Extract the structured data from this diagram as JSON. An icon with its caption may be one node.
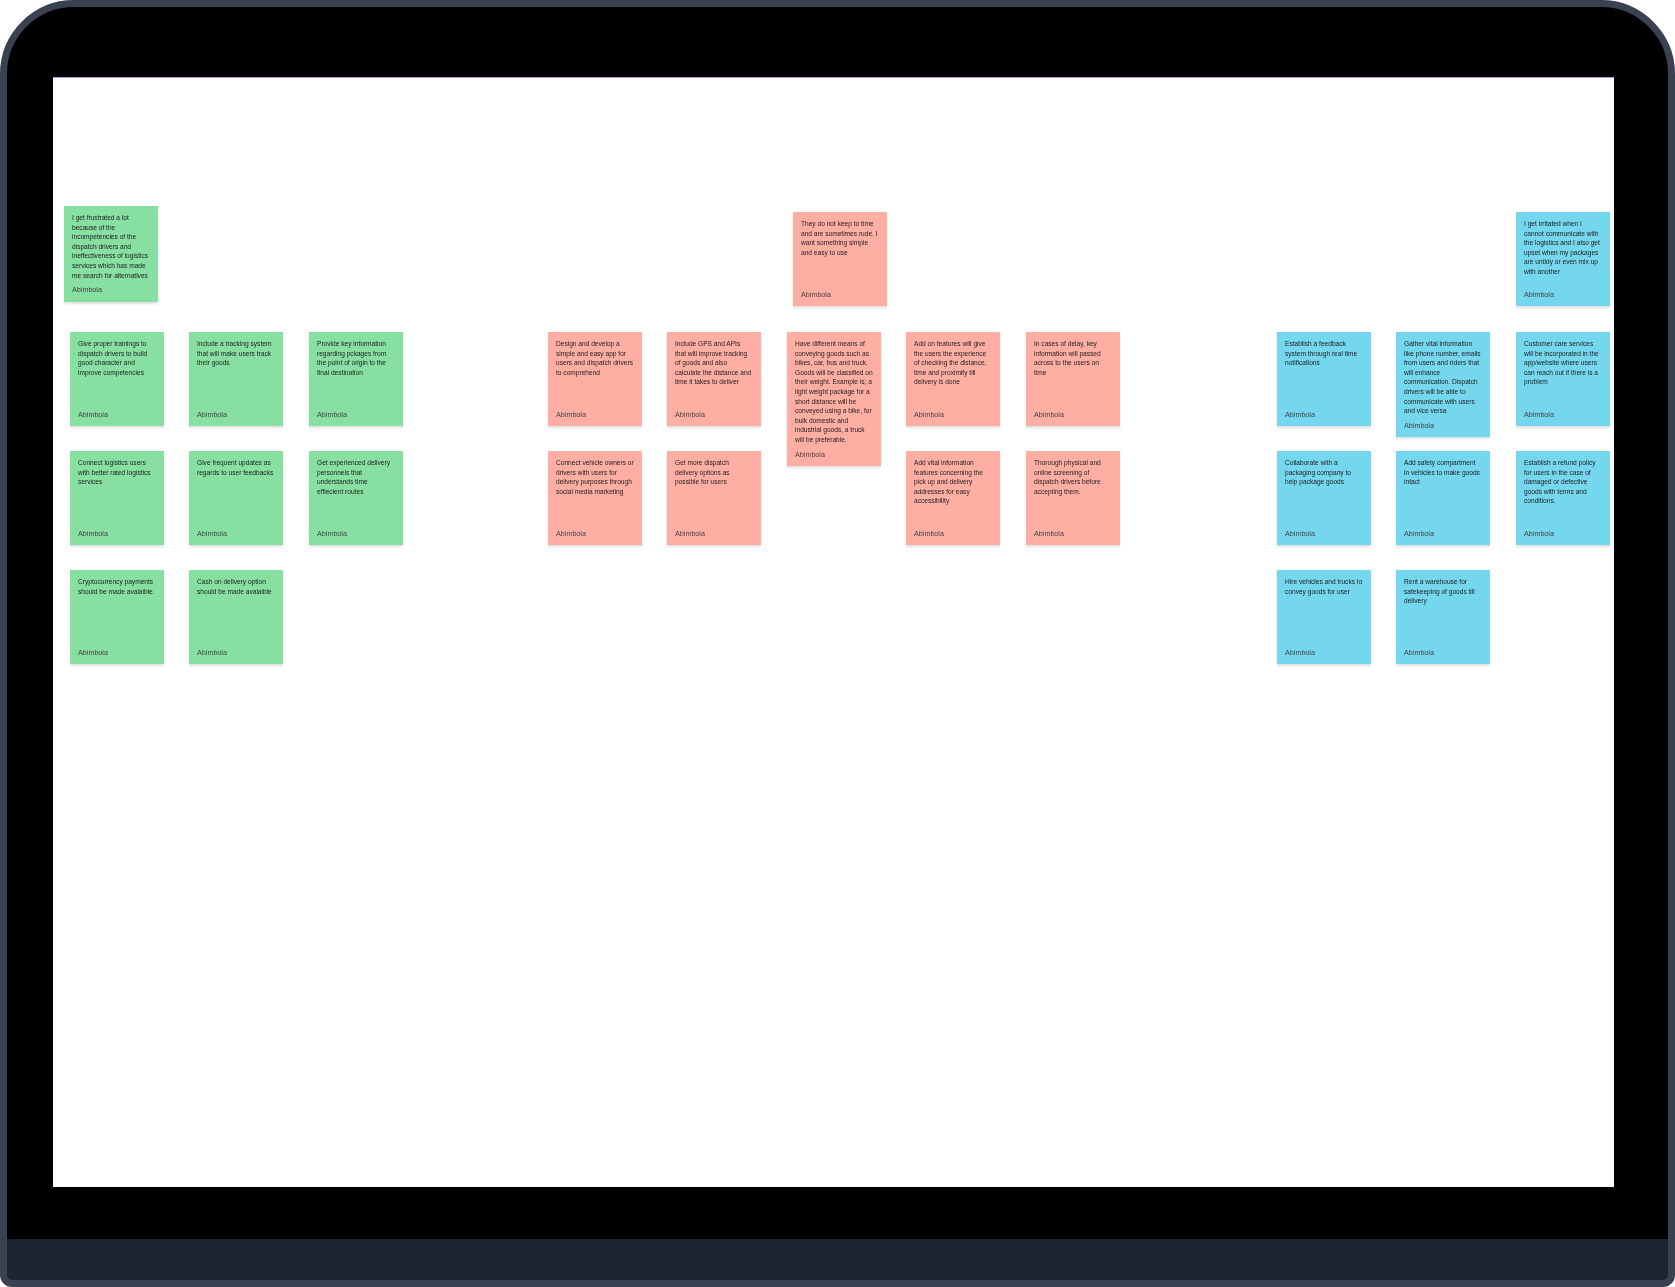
{
  "diagram": {
    "nodes": [
      {
        "text": [
          "I get frustrated a lot because of the incompetencies of the dispatch drivers and ineffectiveness of logistics services which has made me search for alternatives",
          "Abimbola"
        ]
      },
      {
        "text": [
          "Give proper trainings to dispatch drivers to build good character and improve competencies",
          "Abimbola"
        ]
      },
      {
        "text": [
          "Include a tracking system that will make users track their goods",
          "Abimbola"
        ]
      },
      {
        "text": [
          "Provide key information regarding pckages from the point of origin to the final destination",
          "Abimbola"
        ]
      },
      {
        "text": [
          "Connect logistics users with better rated logistics services",
          "Abimbola"
        ]
      },
      {
        "text": [
          "Give frequent updates as regards to user feedbacks",
          "Abimbola"
        ]
      },
      {
        "text": [
          "Get experienced delivery personnels that understands time effiecient routes",
          "Abimbola"
        ]
      },
      {
        "text": [
          "Cryptocurrency payments should be made avalaible.",
          "Abimbola"
        ]
      },
      {
        "text": [
          "Cash on delivery option should be made avalaible",
          "Abimbola"
        ]
      },
      {
        "text": [
          "They do not keep to time and are sometimes rude. I want something simple and easy to use",
          "Abimbola"
        ]
      },
      {
        "text": [
          "Design and develop a simple and easy app for users and dispatch drivers to comprehend",
          "Abimbola"
        ]
      },
      {
        "text": [
          "Include GPS and APIs that will improve tracking of goods and also calculate the distance and time it takes to deliver",
          "Abimbola"
        ]
      },
      {
        "text": [
          "Have different means of conveying goods such as bikes, car, bus and truck. Goods will be classified on their weight. Example is; a light weight package for a short distance will be conveyed using a bike, for bulk domestic and industrial goods, a truck will be preferable.",
          "Abimbola"
        ]
      },
      {
        "text": [
          "Add on features will give the users the experience of checking the distance, time and proximity till delivery is done",
          "Abimbola"
        ]
      },
      {
        "text": [
          "In cases of delay, key information will passed across to the users on time",
          "Abimbola"
        ]
      },
      {
        "text": [
          "Connect vehicle owners or drivers with users for delivery purposes through social media marketing",
          "Abimbola"
        ]
      },
      {
        "text": [
          "Get more dispatch delivery options as possible for users",
          "Abimbola"
        ]
      },
      {
        "text": [
          "Add vital information features concerning the pick up and delivery addresses for easy accessibility",
          "Abimbola"
        ]
      },
      {
        "text": [
          "Thorough physical and online screening of dispatch drivers before accepting them.",
          "Abimbola"
        ]
      },
      {
        "text": [
          "I get irritated when I cannot communicate with the logistics and I also get upset when my packages are untidy or even mix up with another",
          "Abimbola"
        ]
      },
      {
        "text": [
          "Establish a feedback system through real time notifications",
          "Abimbola"
        ]
      },
      {
        "text": [
          "Gather vital information like phone number, emails from users and riders that will enhance communication. Dispatch drivers will be able to communicate with users and vice versa",
          "Abimbola"
        ]
      },
      {
        "text": [
          "Customer care services will be incorporated in the app/website where users can reach out if there is a problem",
          "Abimbola"
        ]
      },
      {
        "text": [
          "Collaborate with a packaging company to help package goods",
          "Abimbola"
        ]
      },
      {
        "text": [
          "Add safety compartment in vehicles to make goods intact",
          "Abimbola"
        ]
      },
      {
        "text": [
          "Establish a refund policy for users in the case of damaged or defective goods with terms and conditions.",
          "Abimbola"
        ]
      },
      {
        "text": [
          "Hire vehicles and trucks to convey goods for user",
          "Abimbola"
        ]
      },
      {
        "text": [
          "Rent a warehouse for safekeeping of goods till delivery",
          "Abimbola"
        ]
      }
    ]
  }
}
